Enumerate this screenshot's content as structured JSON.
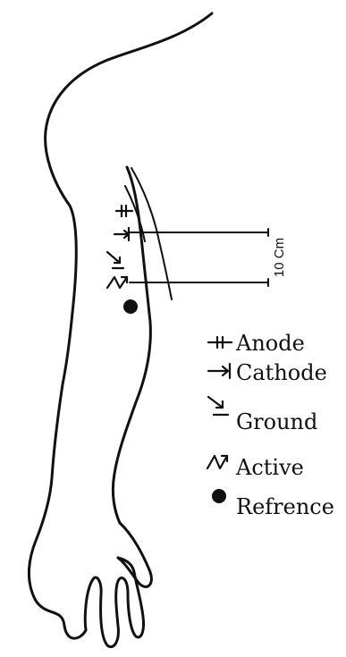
{
  "dimension": {
    "label": "10 Cm"
  },
  "legend": [
    {
      "symbol": "anode-symbol",
      "label": "Anode"
    },
    {
      "symbol": "cathode-symbol",
      "label": "Cathode"
    },
    {
      "symbol": "ground-symbol",
      "label": "Ground"
    },
    {
      "symbol": "active-symbol",
      "label": "Active"
    },
    {
      "symbol": "reference-dot",
      "label": "Refrence"
    }
  ]
}
